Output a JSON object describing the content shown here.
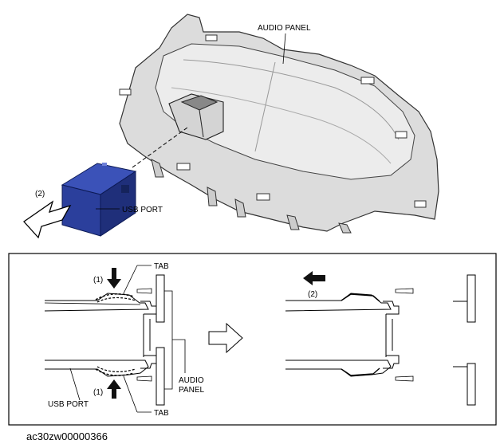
{
  "top_figure": {
    "audio_panel_label": "AUDIO PANEL",
    "usb_port_label": "USB PORT",
    "step_label": "(2)"
  },
  "detail_figure": {
    "tab_top_label": "TAB",
    "tab_bottom_label": "TAB",
    "step1_top_label": "(1)",
    "step1_bottom_label": "(1)",
    "step2_label": "(2)",
    "usb_port_label": "USB PORT",
    "audio_panel_label_line1": "AUDIO",
    "audio_panel_label_line2": "PANEL"
  },
  "caption": "ac30zw00000366",
  "colors": {
    "usb_port_fill": "#2b3f9c",
    "panel_fill": "#dcdcdc",
    "arrow_fill": "#111111"
  }
}
